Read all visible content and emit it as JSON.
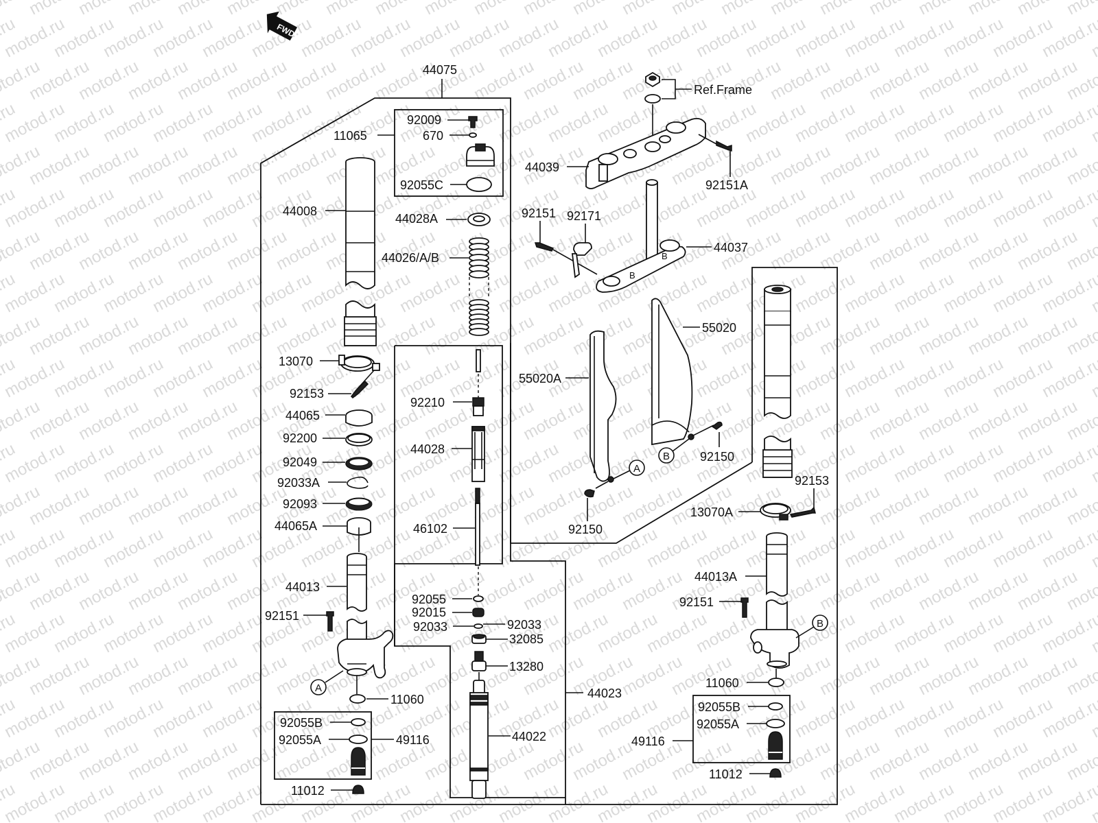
{
  "watermark": "motod.ru",
  "fwd_arrow": {
    "label": "FWD",
    "icon": "forward-arrow-icon"
  },
  "assemblies": {
    "left_fork": "44075",
    "right_fork_cap_box": "11065",
    "damper": "44023",
    "valve_left": "49116",
    "valve_right": "49116"
  },
  "labels": {
    "l44075": "44075",
    "l11065": "11065",
    "l92009": "92009",
    "l670": "670",
    "l92055C": "92055C",
    "l44008": "44008",
    "l44028A": "44028A",
    "l44026": "44026/A/B",
    "l13070": "13070",
    "l92153": "92153",
    "l44065": "44065",
    "l92200": "92200",
    "l92049": "92049",
    "l92033A": "92033A",
    "l92093": "92093",
    "l44065A": "44065A",
    "l44013": "44013",
    "l92151_left": "92151",
    "l11060_left": "11060",
    "l92055B_left": "92055B",
    "l92055A_left": "92055A",
    "l49116_left": "49116",
    "l11012_left": "11012",
    "l92210": "92210",
    "l44028": "44028",
    "l46102": "46102",
    "l92055": "92055",
    "l92015": "92015",
    "l92033_a": "92033",
    "l92033_b": "92033",
    "l32085": "32085",
    "l13280": "13280",
    "l44022": "44022",
    "l44023": "44023",
    "lRefFrame": "Ref.Frame",
    "l44039": "44039",
    "l92151A": "92151A",
    "l92151_top": "92151",
    "l92171": "92171",
    "l44037": "44037",
    "l55020": "55020",
    "l55020A": "55020A",
    "l92150_a": "92150",
    "l92150_b": "92150",
    "l92153_right": "92153",
    "l13070A": "13070A",
    "l44013A": "44013A",
    "l92151_right": "92151",
    "l11060_right": "11060",
    "l92055B_right": "92055B",
    "l92055A_right": "92055A",
    "l49116_right": "49116",
    "l11012_right": "11012"
  },
  "callouts": {
    "A": "A",
    "B": "B"
  }
}
